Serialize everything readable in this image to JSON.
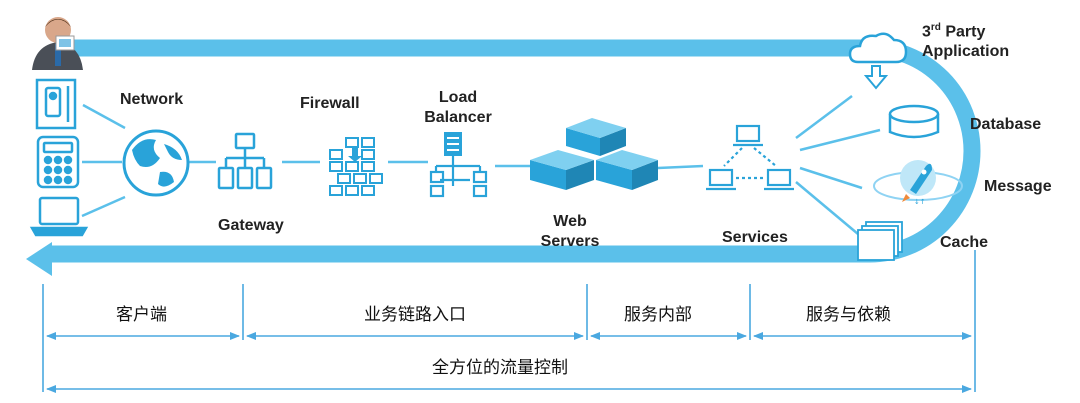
{
  "components": {
    "third_party_prefix": "3",
    "third_party_sup": "rd",
    "third_party_line1_rest": " Party",
    "third_party_line2": "Application",
    "network": "Network",
    "firewall": "Firewall",
    "load_balancer_line1": "Load",
    "load_balancer_line2": "Balancer",
    "gateway": "Gateway",
    "web_servers_line1": "Web",
    "web_servers_line2": "Servers",
    "services": "Services",
    "database": "Database",
    "message": "Message",
    "cache": "Cache"
  },
  "sections": {
    "client": "客户端",
    "business_entry": "业务链路入口",
    "service_internal": "服务内部",
    "service_dependency": "服务与依赖",
    "full_scope": "全方位的流量控制"
  },
  "colors": {
    "flow": "#5bc0ea",
    "icon": "#29a3d9",
    "dimension": "#4aa8e0"
  }
}
